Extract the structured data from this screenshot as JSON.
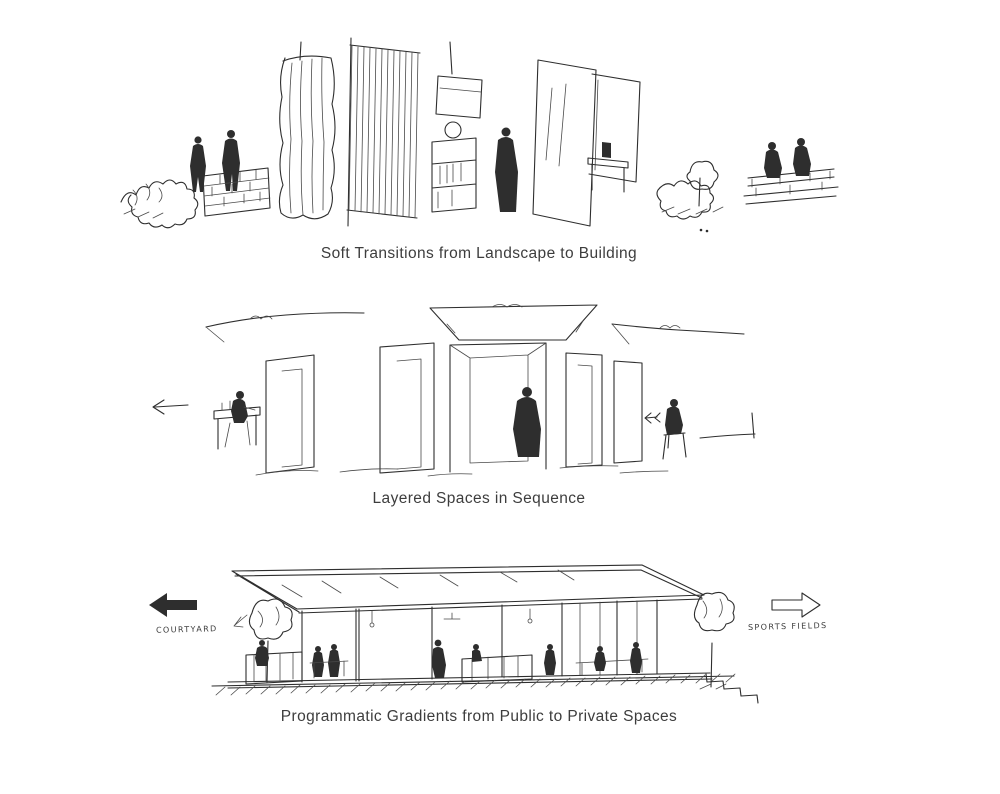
{
  "colors": {
    "background": "#ffffff",
    "ink": "#2e2e2e"
  },
  "diagrams": [
    {
      "id": "soft-transitions",
      "caption": "Soft Transitions from Landscape to Building"
    },
    {
      "id": "layered-spaces",
      "caption": "Layered Spaces in Sequence"
    },
    {
      "id": "programmatic-gradients",
      "caption": "Programmatic Gradients from Public to Private Spaces",
      "labels": {
        "left": "COURTYARD",
        "right": "SPORTS FIELDS"
      }
    }
  ]
}
